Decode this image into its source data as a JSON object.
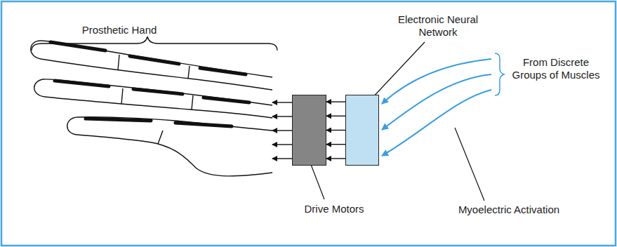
{
  "diagram": {
    "nodes": [
      {
        "text": [
          "Electronic Neural Network"
        ]
      },
      {
        "text": [
          "Drive Motors"
        ]
      }
    ],
    "edges": [
      {
        "from": 0,
        "to": 1,
        "arrow": "to"
      },
      {
        "from": 0,
        "to": 1,
        "arrow": "to"
      },
      {
        "from": 0,
        "to": 1,
        "arrow": "to"
      },
      {
        "from": 0,
        "to": 1,
        "arrow": "to"
      },
      {
        "from": 0,
        "to": 1,
        "arrow": "to"
      }
    ],
    "labels": [
      "Prosthetic Hand",
      "From Discrete Groups of Muscles",
      "Myoelectric Activation"
    ]
  }
}
